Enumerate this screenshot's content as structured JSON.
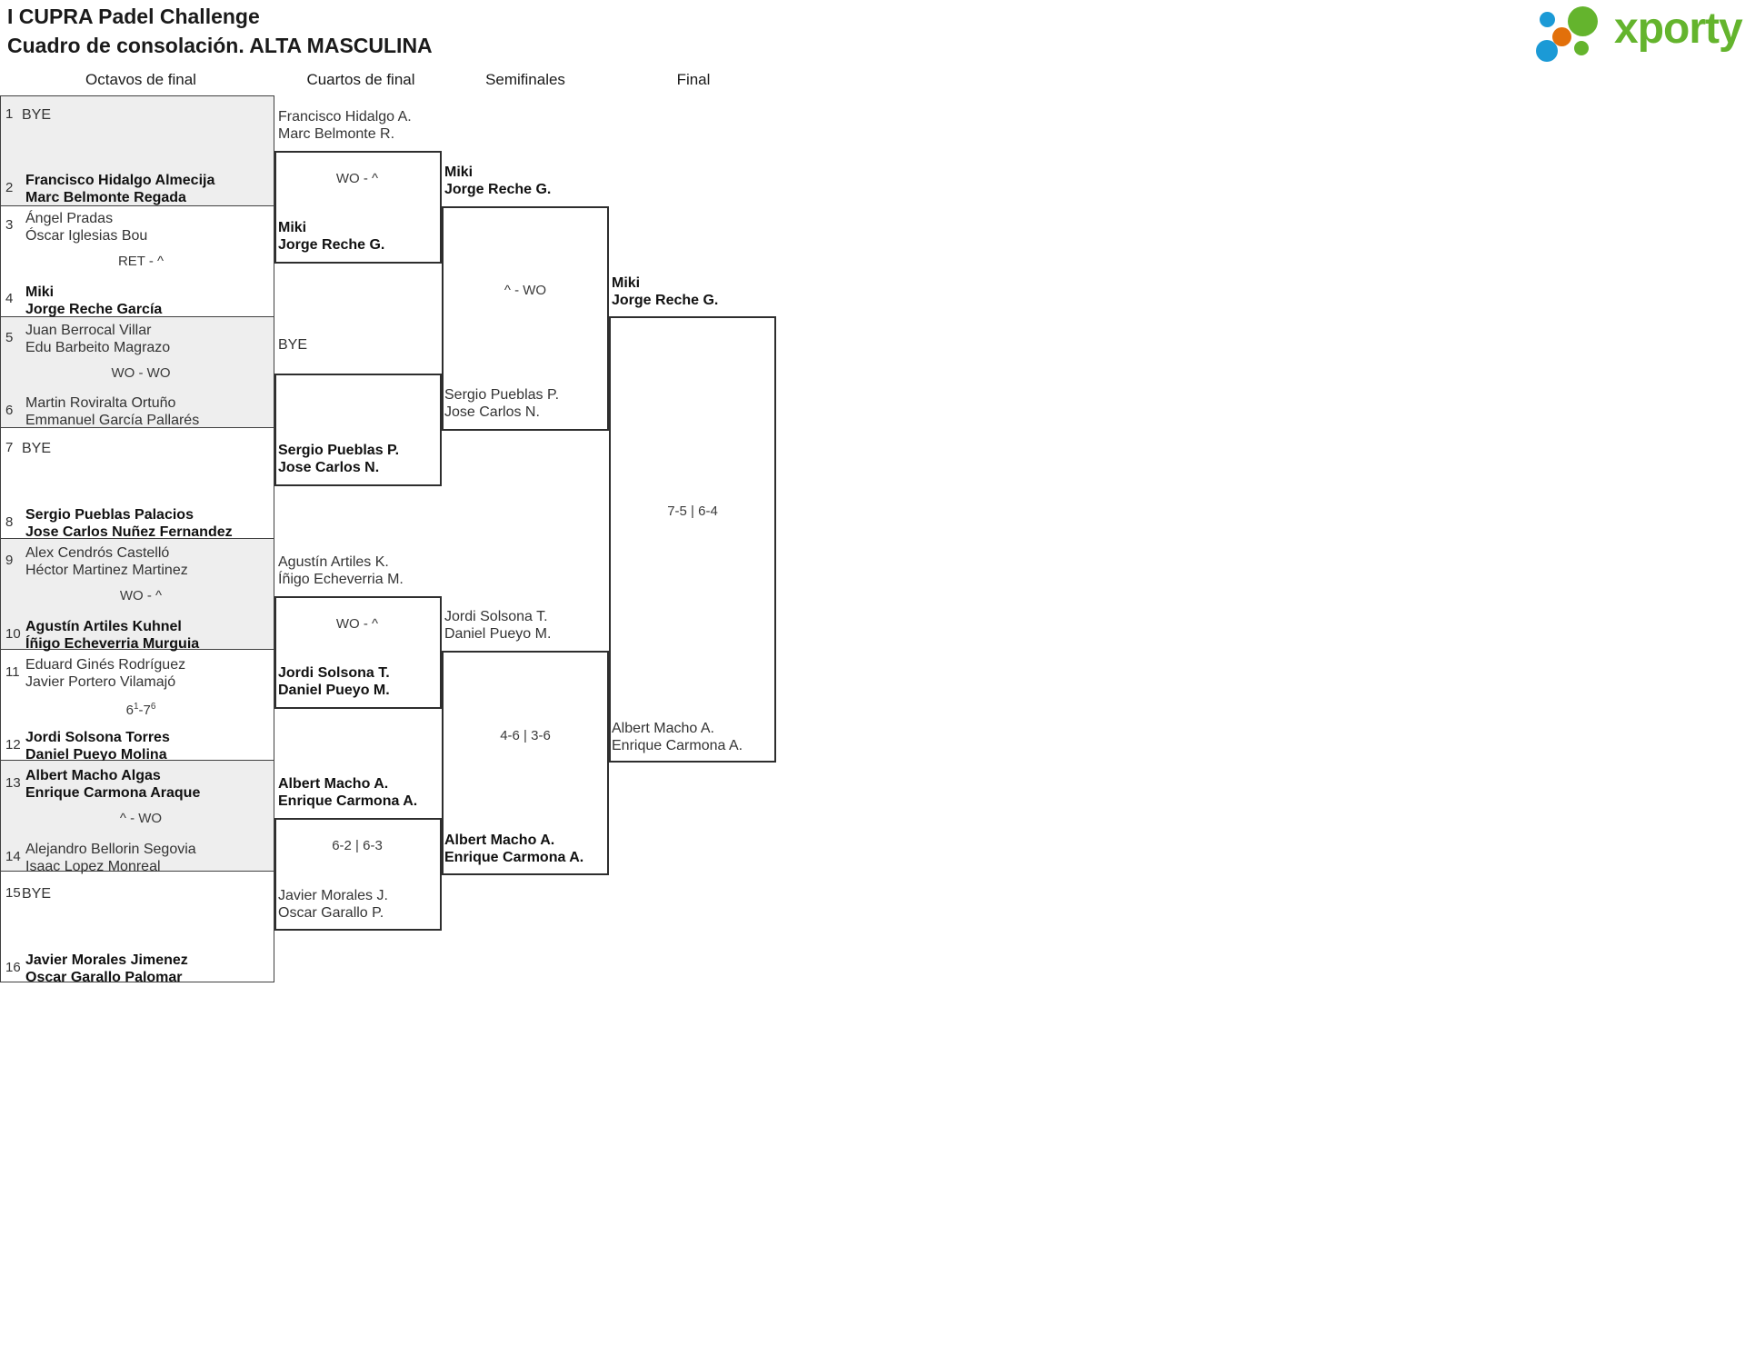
{
  "header": {
    "line1": "I CUPRA Padel Challenge",
    "line2": "Cuadro de consolación. ALTA MASCULINA"
  },
  "logo": {
    "wordmark": "xporty",
    "colors": {
      "green": "#64b42d",
      "blue": "#1b9ad6",
      "orange": "#e2700a"
    }
  },
  "rounds": [
    {
      "label": "Octavos de final"
    },
    {
      "label": "Cuartos de final"
    },
    {
      "label": "Semifinales"
    },
    {
      "label": "Final"
    }
  ],
  "octavos": {
    "entries": [
      {
        "seed": "1",
        "bye": "BYE",
        "p1": "",
        "p2": "",
        "winner": false
      },
      {
        "seed": "2",
        "bye": "",
        "p1": "Francisco Hidalgo Almecija",
        "p2": "Marc Belmonte Regada",
        "winner": true
      },
      {
        "seed": "3",
        "bye": "",
        "p1": "Ángel Pradas",
        "p2": "Óscar Iglesias Bou",
        "winner": false
      },
      {
        "seed": "4",
        "bye": "",
        "p1": "Miki",
        "p2": "Jorge Reche García",
        "winner": true
      },
      {
        "seed": "5",
        "bye": "",
        "p1": "Juan Berrocal Villar",
        "p2": "Edu Barbeito Magrazo",
        "winner": false
      },
      {
        "seed": "6",
        "bye": "",
        "p1": "Martin Roviralta Ortuño",
        "p2": "Emmanuel García Pallarés",
        "winner": false
      },
      {
        "seed": "7",
        "bye": "BYE",
        "p1": "",
        "p2": "",
        "winner": false
      },
      {
        "seed": "8",
        "bye": "",
        "p1": "Sergio Pueblas Palacios",
        "p2": "Jose Carlos Nuñez Fernandez",
        "winner": true
      },
      {
        "seed": "9",
        "bye": "",
        "p1": "Alex Cendrós Castelló",
        "p2": "Héctor Martinez Martinez",
        "winner": false
      },
      {
        "seed": "10",
        "bye": "",
        "p1": "Agustín Artiles Kuhnel",
        "p2": "Íñigo Echeverria Murguia",
        "winner": true
      },
      {
        "seed": "11",
        "bye": "",
        "p1": "Eduard Ginés Rodríguez",
        "p2": "Javier Portero Vilamajó",
        "winner": false
      },
      {
        "seed": "12",
        "bye": "",
        "p1": "Jordi Solsona Torres",
        "p2": "Daniel Pueyo Molina",
        "winner": true
      },
      {
        "seed": "13",
        "bye": "",
        "p1": "Albert Macho Algas",
        "p2": "Enrique Carmona Araque",
        "winner": true
      },
      {
        "seed": "14",
        "bye": "",
        "p1": "Alejandro Bellorin Segovia",
        "p2": "Isaac Lopez Monreal",
        "winner": false
      },
      {
        "seed": "15",
        "bye": "BYE",
        "p1": "",
        "p2": "",
        "winner": false
      },
      {
        "seed": "16",
        "bye": "",
        "p1": "Javier Morales Jimenez",
        "p2": "Oscar Garallo Palomar",
        "winner": true
      }
    ],
    "scores": [
      {
        "text": "RET - ^",
        "html": "RET - ^"
      },
      {
        "text": "WO - WO",
        "html": "WO - WO"
      },
      {
        "text": "WO - ^",
        "html": "WO - ^"
      },
      {
        "text": "6(1)-7(6)",
        "html": "6<sup>1</sup>-7<sup>6</sup>"
      },
      {
        "text": "^ - WO",
        "html": "^ - WO"
      }
    ]
  },
  "cuartos": {
    "entries": [
      {
        "p1": "Francisco Hidalgo A.",
        "p2": "Marc Belmonte R.",
        "winner": false
      },
      {
        "p1": "Miki",
        "p2": "Jorge Reche G.",
        "winner": true
      },
      {
        "bye": "BYE",
        "p1": "",
        "p2": "",
        "winner": false
      },
      {
        "p1": "Sergio Pueblas P.",
        "p2": "Jose Carlos N.",
        "winner": true
      },
      {
        "p1": "Agustín Artiles K.",
        "p2": "Íñigo Echeverria M.",
        "winner": false
      },
      {
        "p1": "Jordi Solsona T.",
        "p2": "Daniel Pueyo M.",
        "winner": true
      },
      {
        "p1": "Albert Macho A.",
        "p2": "Enrique Carmona A.",
        "winner": true
      },
      {
        "p1": "Javier Morales J.",
        "p2": "Oscar Garallo P.",
        "winner": false
      }
    ],
    "scores": [
      {
        "html": "WO - ^"
      },
      {
        "html": "WO - ^"
      },
      {
        "html": "6-2 | 6-3"
      }
    ]
  },
  "semifinales": {
    "entries": [
      {
        "p1": "Miki",
        "p2": "Jorge Reche G.",
        "winner": true
      },
      {
        "p1": "Sergio Pueblas P.",
        "p2": "Jose Carlos N.",
        "winner": false
      },
      {
        "p1": "Jordi Solsona T.",
        "p2": "Daniel Pueyo M.",
        "winner": false
      },
      {
        "p1": "Albert Macho A.",
        "p2": "Enrique Carmona A.",
        "winner": true
      }
    ],
    "scores": [
      {
        "html": "^ - WO"
      },
      {
        "html": "4-6 | 3-6"
      }
    ]
  },
  "final": {
    "entries": [
      {
        "p1": "Miki",
        "p2": "Jorge Reche G.",
        "winner": true
      },
      {
        "p1": "Albert Macho A.",
        "p2": "Enrique Carmona A.",
        "winner": false
      }
    ],
    "scores": [
      {
        "html": "7-5 | 6-4"
      }
    ]
  }
}
